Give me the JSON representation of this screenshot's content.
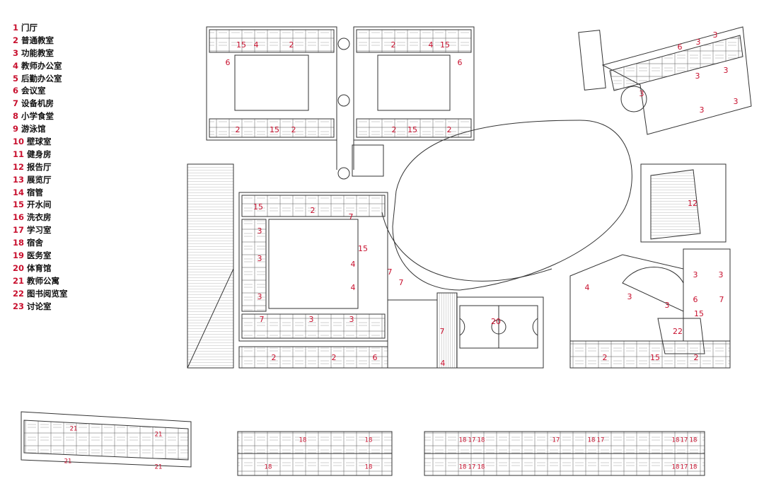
{
  "legend": [
    {
      "num": "1",
      "label": "门厅"
    },
    {
      "num": "2",
      "label": "普通教室"
    },
    {
      "num": "3",
      "label": "功能教室"
    },
    {
      "num": "4",
      "label": "教师办公室"
    },
    {
      "num": "5",
      "label": "后勤办公室"
    },
    {
      "num": "6",
      "label": "会议室"
    },
    {
      "num": "7",
      "label": "设备机房"
    },
    {
      "num": "8",
      "label": "小学食堂"
    },
    {
      "num": "9",
      "label": "游泳馆"
    },
    {
      "num": "10",
      "label": "壁球室"
    },
    {
      "num": "11",
      "label": "健身房"
    },
    {
      "num": "12",
      "label": "报告厅"
    },
    {
      "num": "13",
      "label": "展览厅"
    },
    {
      "num": "14",
      "label": "宿管"
    },
    {
      "num": "15",
      "label": "开水间"
    },
    {
      "num": "16",
      "label": "洗衣房"
    },
    {
      "num": "17",
      "label": "学习室"
    },
    {
      "num": "18",
      "label": "宿舍"
    },
    {
      "num": "19",
      "label": "医务室"
    },
    {
      "num": "20",
      "label": "体育馆"
    },
    {
      "num": "21",
      "label": "教师公寓"
    },
    {
      "num": "22",
      "label": "图书阅览室"
    },
    {
      "num": "23",
      "label": "讨论室"
    }
  ],
  "plan_labels": {
    "l_2": "2",
    "l_3": "3",
    "l_4": "4",
    "l_6": "6",
    "l_7": "7",
    "l_12": "12",
    "l_15": "15",
    "l_17": "17",
    "l_18": "18",
    "l_20": "20",
    "l_21": "21",
    "l_22": "22"
  },
  "colors": {
    "accent": "#c8102e",
    "line": "#333333"
  }
}
